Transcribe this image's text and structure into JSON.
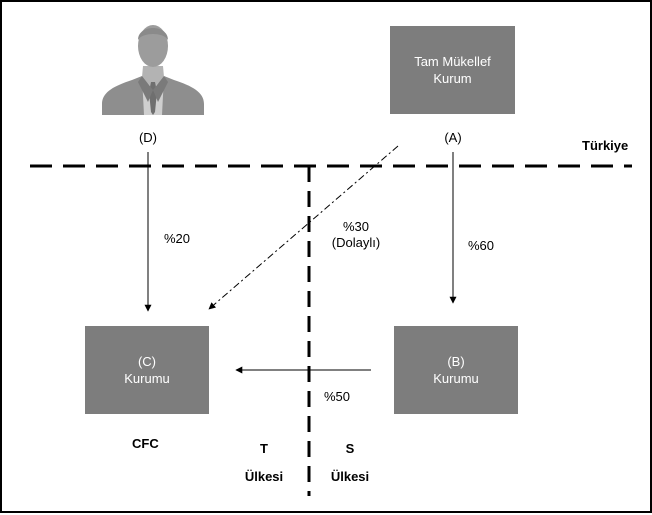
{
  "entities": {
    "person_d": {
      "label": "(D)",
      "icon": "person-silhouette-icon"
    },
    "company_a": {
      "line1": "Tam Mükellef",
      "line2": "Kurum",
      "label": "(A)"
    },
    "company_b": {
      "line1": "(B)",
      "line2": "Kurumu"
    },
    "company_c": {
      "line1": "(C)",
      "line2": "Kurumu",
      "tag": "CFC"
    }
  },
  "country_turkey": "Türkiye",
  "country_t": {
    "line1": "T",
    "line2": "Ülkesi"
  },
  "country_s": {
    "line1": "S",
    "line2": "Ülkesi"
  },
  "edges": {
    "d_to_c": "%20",
    "a_to_c": {
      "line1": "%30",
      "line2": "(Dolaylı)"
    },
    "a_to_b": "%60",
    "b_to_c": "%50"
  },
  "colors": {
    "box_fill": "#7d7d7d",
    "box_text": "#ffffff",
    "line": "#000000"
  }
}
